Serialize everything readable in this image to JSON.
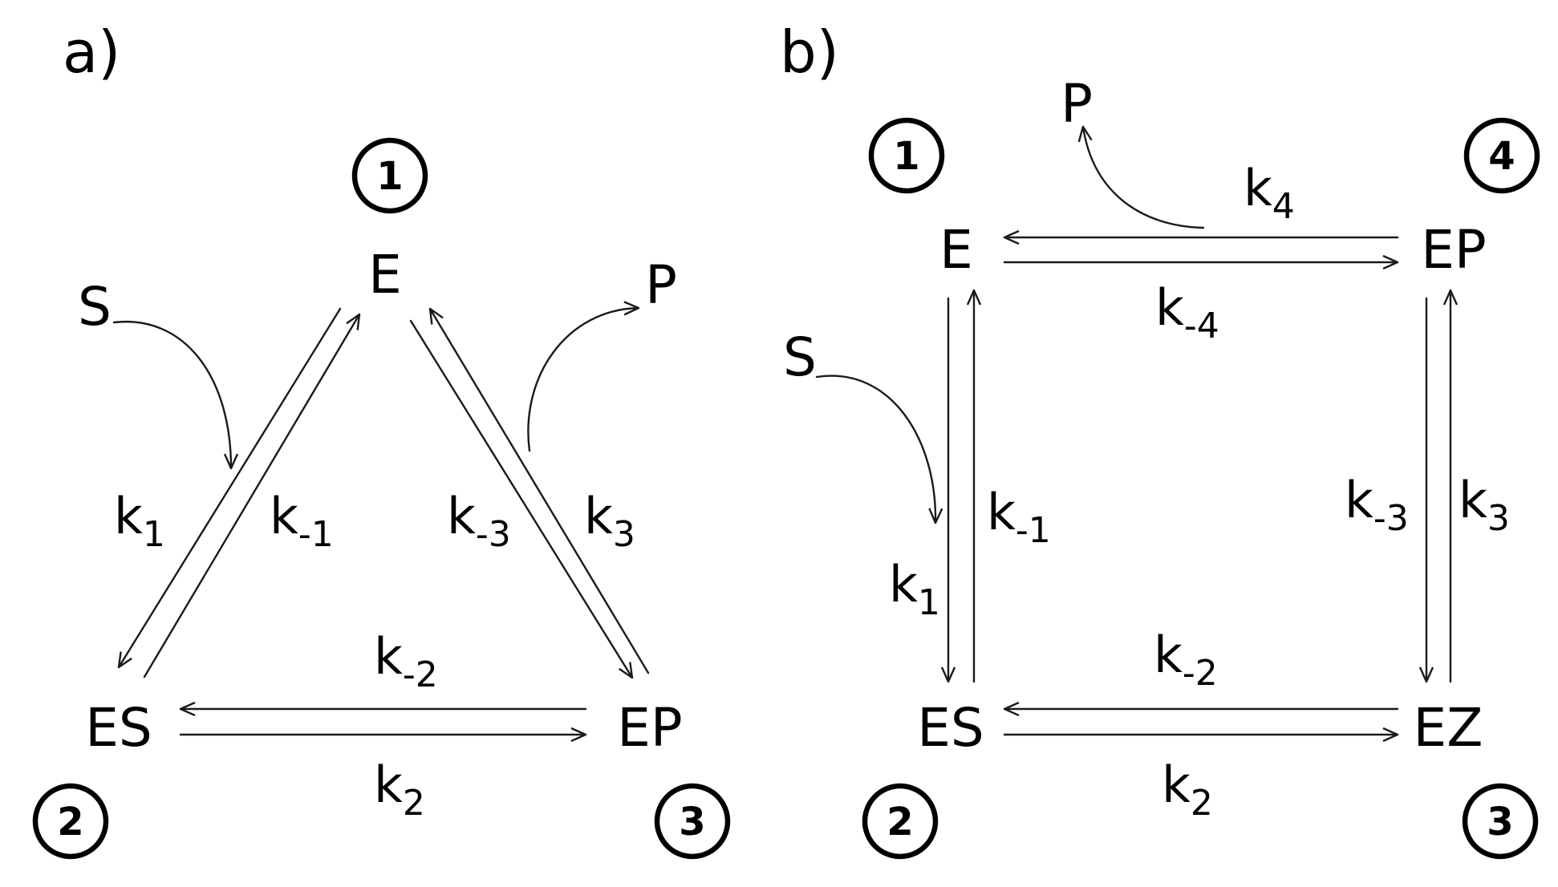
{
  "panels": [
    {
      "id": "a",
      "label": "a)",
      "species": {
        "E": "E",
        "ES": "ES",
        "EP": "EP",
        "S": "S",
        "P": "P"
      },
      "states": [
        "1",
        "2",
        "3"
      ],
      "rates": {
        "k1": {
          "base": "k",
          "sub": "1"
        },
        "km1": {
          "base": "k",
          "sub": "-1"
        },
        "k2": {
          "base": "k",
          "sub": "2"
        },
        "km2": {
          "base": "k",
          "sub": "-2"
        },
        "k3": {
          "base": "k",
          "sub": "3"
        },
        "km3": {
          "base": "k",
          "sub": "-3"
        }
      }
    },
    {
      "id": "b",
      "label": "b)",
      "species": {
        "E": "E",
        "ES": "ES",
        "EZ": "EZ",
        "EP": "EP",
        "S": "S",
        "P": "P"
      },
      "states": [
        "1",
        "2",
        "3",
        "4"
      ],
      "rates": {
        "k1": {
          "base": "k",
          "sub": "1"
        },
        "km1": {
          "base": "k",
          "sub": "-1"
        },
        "k2": {
          "base": "k",
          "sub": "2"
        },
        "km2": {
          "base": "k",
          "sub": "-2"
        },
        "k3": {
          "base": "k",
          "sub": "3"
        },
        "km3": {
          "base": "k",
          "sub": "-3"
        },
        "k4": {
          "base": "k",
          "sub": "4"
        },
        "km4": {
          "base": "k",
          "sub": "-4"
        }
      }
    }
  ]
}
